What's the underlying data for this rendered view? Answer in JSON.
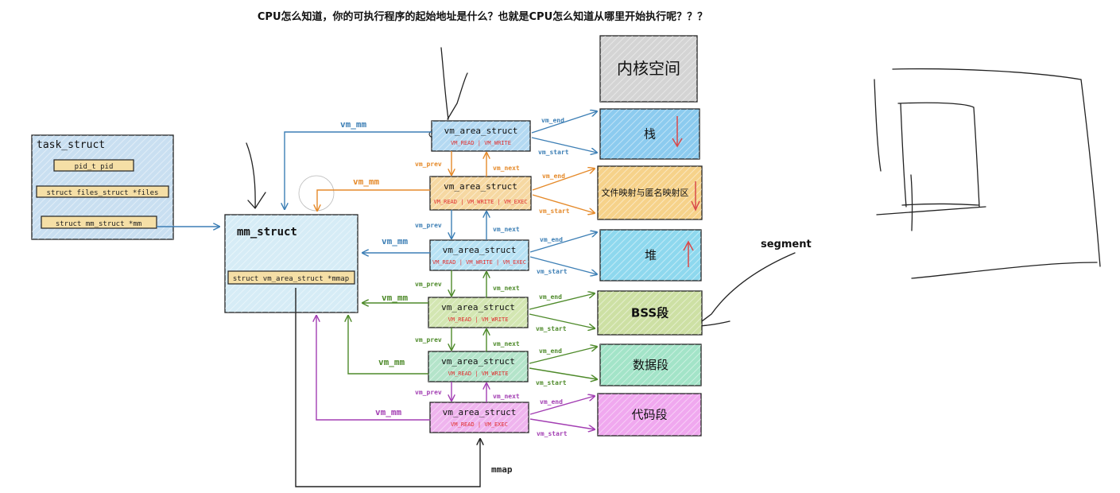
{
  "title": "CPU怎么知道，你的可执行程序的起始地址是什么？也就是CPU怎么知道从哪里开始执行呢？？？",
  "task_struct": {
    "label": "task_struct",
    "fields": [
      "pid_t   pid",
      "struct files_struct *files",
      "struct mm_struct     *mm"
    ]
  },
  "mm_struct": {
    "label": "mm_struct",
    "field": "struct vm_area_struct *mmap"
  },
  "vmas": [
    {
      "label": "vm_area_struct",
      "flags": "VM_READ  |  VM_WRITE",
      "color": "#3d7fb5"
    },
    {
      "label": "vm_area_struct",
      "flags": "VM_READ | VM_WRITE | VM_EXEC",
      "color": "#e58a2a"
    },
    {
      "label": "vm_area_struct",
      "flags": "VM_READ | VM_WRITE | VM_EXEC",
      "color": "#3d7fb5"
    },
    {
      "label": "vm_area_struct",
      "flags": "VM_READ  |  VM_WRITE",
      "color": "#4e8a2a"
    },
    {
      "label": "vm_area_struct",
      "flags": "VM_READ  |  VM_WRITE",
      "color": "#4e8a2a"
    },
    {
      "label": "vm_area_struct",
      "flags": "VM_READ  |  VM_EXEC",
      "color": "#a33fb3"
    }
  ],
  "links": {
    "vm_mm": "vm_mm",
    "vm_prev": "vm_prev",
    "vm_next": "vm_next",
    "vm_end": "vm_end",
    "vm_start": "vm_start",
    "mmap": "mmap"
  },
  "segments": [
    {
      "label": "内核空间",
      "fill": "#d4d4d4"
    },
    {
      "label": "栈",
      "fill": "#8ccbef"
    },
    {
      "label": "文件映射与匿名映射区",
      "fill": "#f6d28a"
    },
    {
      "label": "堆",
      "fill": "#8ed8ee"
    },
    {
      "label": "BSS段",
      "fill": "#cde0a4"
    },
    {
      "label": "数据段",
      "fill": "#a3e4c8"
    },
    {
      "label": "代码段",
      "fill": "#f0a8ef"
    }
  ],
  "segment_note": "segment"
}
